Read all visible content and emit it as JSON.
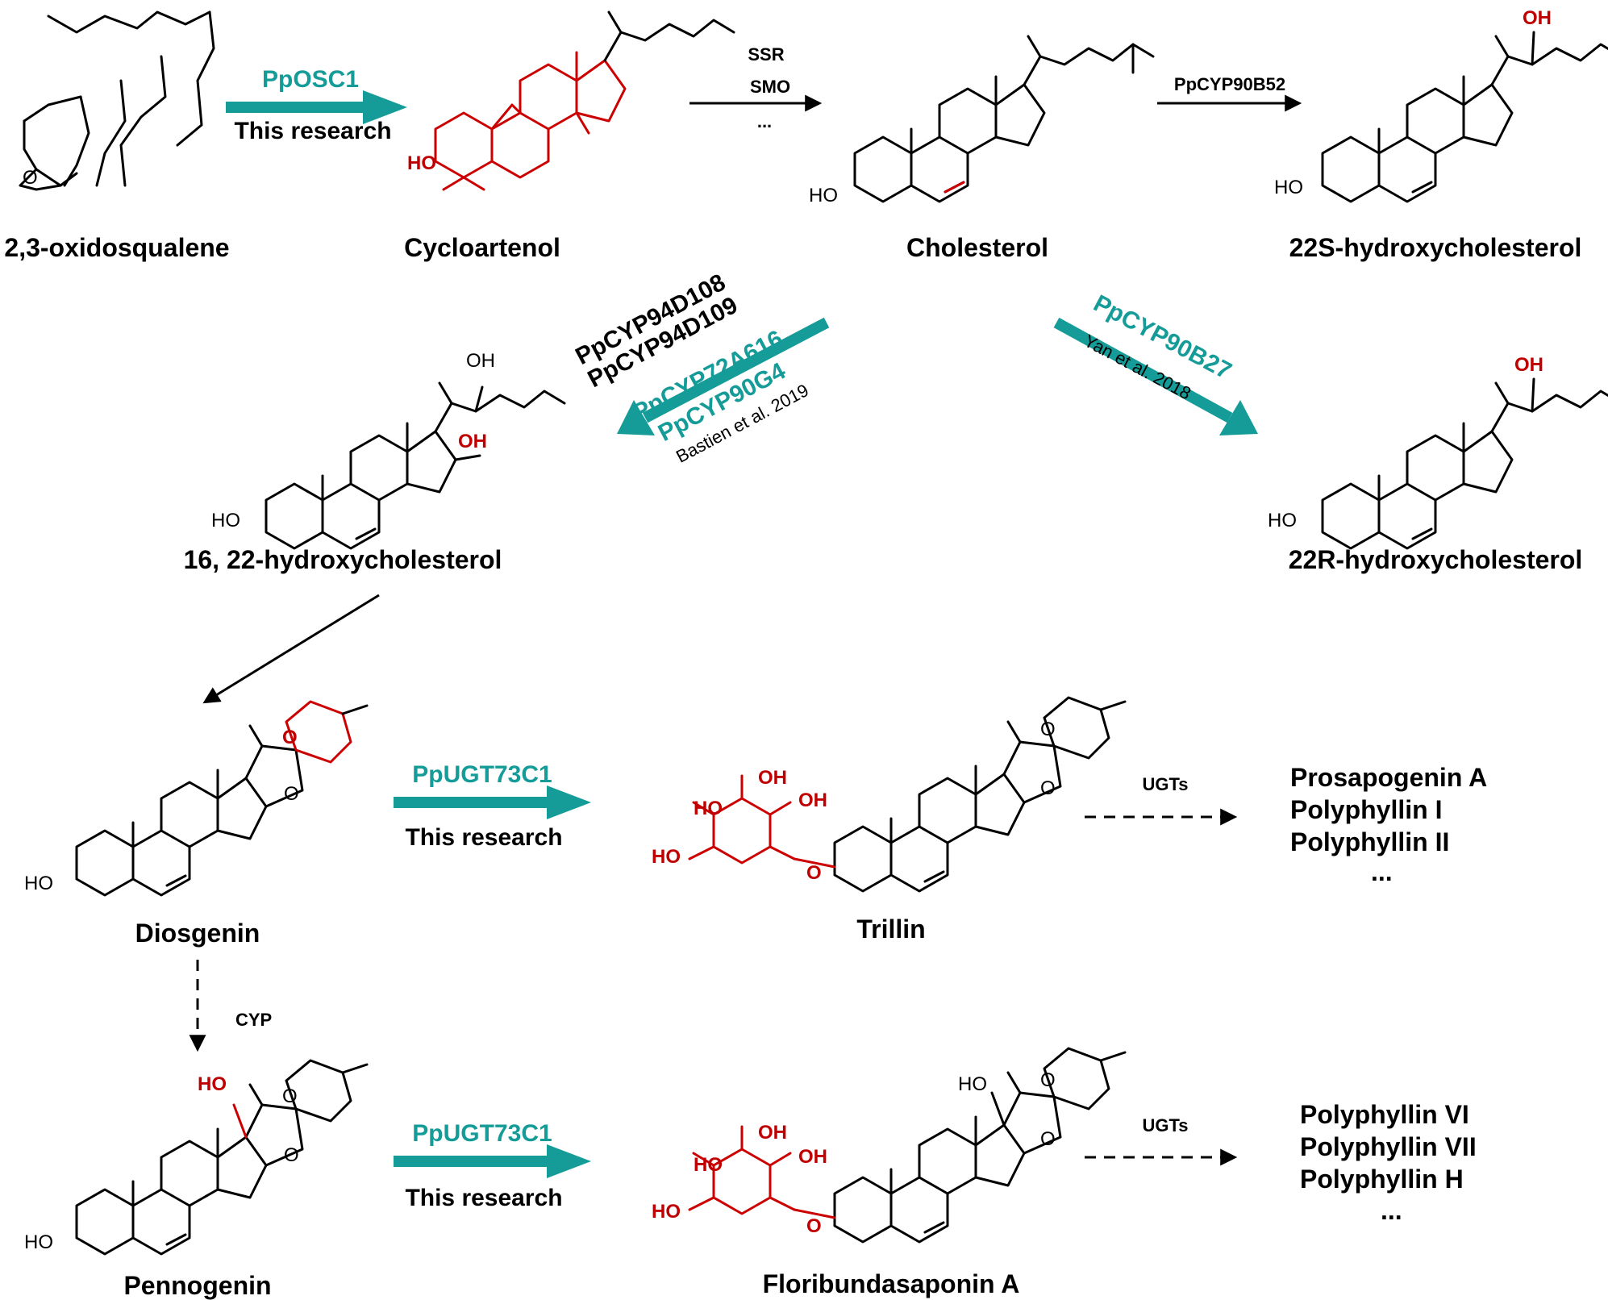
{
  "compounds": {
    "oxidosqualene": "2,3-oxidosqualene",
    "cycloartenol": "Cycloartenol",
    "cholesterol": "Cholesterol",
    "s22": "22S-hydroxycholesterol",
    "c1622": "16, 22-hydroxycholesterol",
    "r22": "22R-hydroxycholesterol",
    "diosgenin": "Diosgenin",
    "trillin": "Trillin",
    "pennogenin": "Pennogenin",
    "floribunda": "Floribundasaponin A"
  },
  "enzymes": {
    "pposc1": "PpOSC1",
    "this_research": "This research",
    "ssr": "SSR",
    "smo": "SMO",
    "dots": "...",
    "cyp90b52": "PpCYP90B52",
    "cyp94d108": "PpCYP94D108",
    "cyp94d109": "PpCYP94D109",
    "cyp72a616": "PpCYP72A616",
    "cyp90g4": "PpCYP90G4",
    "bastien": "Bastien et al. 2019",
    "cyp90b27": "PpCYP90B27",
    "yan": "Yan et al. 2018",
    "ugt73c1": "PpUGT73C1",
    "ugts": "UGTs",
    "cyp": "CYP"
  },
  "products_trillin": [
    "Prosapogenin A",
    "Polyphyllin I",
    "Polyphyllin II",
    "..."
  ],
  "products_flori": [
    "Polyphyllin VI",
    "Polyphyllin VII",
    "Polyphyllin H",
    "..."
  ],
  "atoms": {
    "ho": "HO",
    "oh": "OH",
    "o": "O"
  },
  "colors": {
    "teal": "#159c98",
    "red": "#cc0000",
    "black": "#000000"
  }
}
